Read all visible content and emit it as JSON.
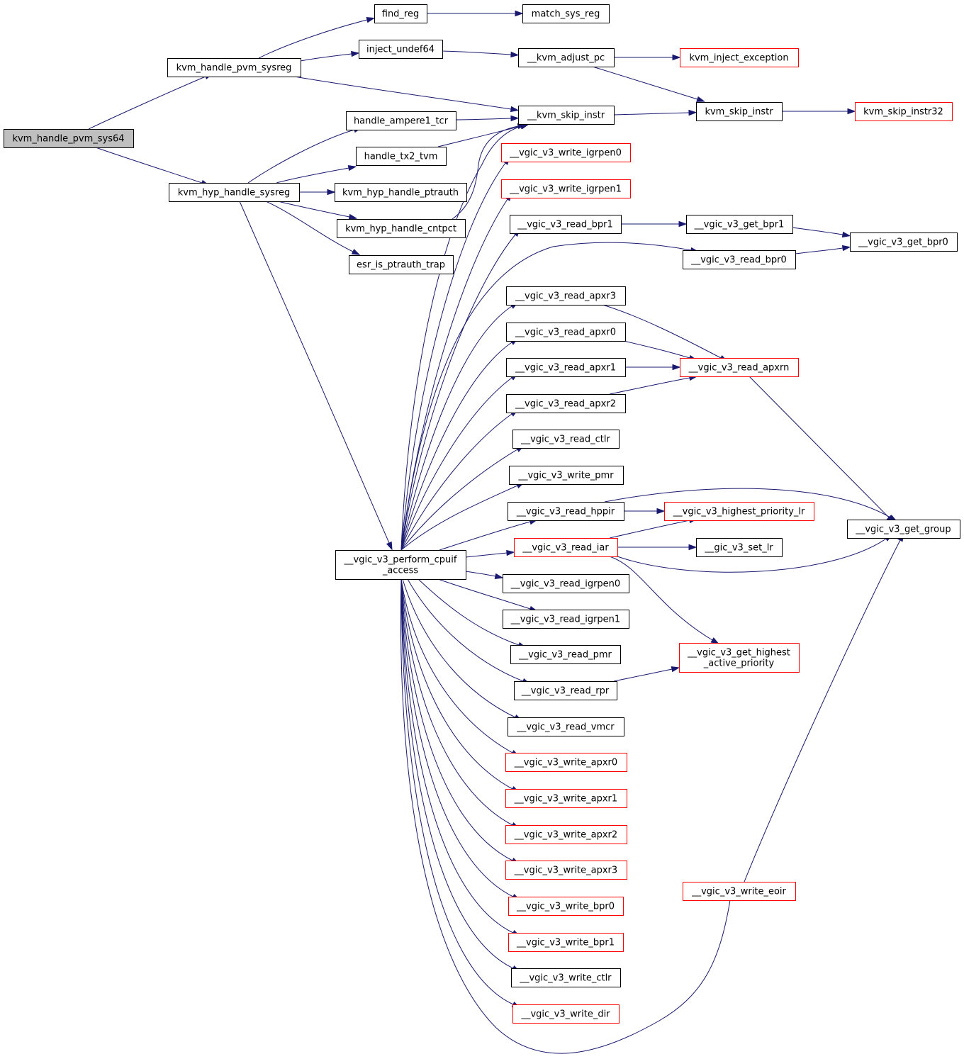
{
  "colors": {
    "edge": "#191970",
    "root_fill": "#bfbfbf",
    "node_border": "#000000",
    "external_border": "#ff0000"
  },
  "nodes": [
    {
      "id": "kvm_handle_pvm_sys64",
      "label": [
        "kvm_handle_pvm_sys64"
      ],
      "root": true
    },
    {
      "id": "kvm_handle_pvm_sysreg",
      "label": [
        "kvm_handle_pvm_sysreg"
      ]
    },
    {
      "id": "kvm_hyp_handle_sysreg",
      "label": [
        "kvm_hyp_handle_sysreg"
      ]
    },
    {
      "id": "find_reg",
      "label": [
        "find_reg"
      ]
    },
    {
      "id": "inject_undef64",
      "label": [
        "inject_undef64"
      ]
    },
    {
      "id": "handle_ampere1_tcr",
      "label": [
        "handle_ampere1_tcr"
      ]
    },
    {
      "id": "handle_tx2_tvm",
      "label": [
        "handle_tx2_tvm"
      ]
    },
    {
      "id": "kvm_hyp_handle_ptrauth",
      "label": [
        "kvm_hyp_handle_ptrauth"
      ]
    },
    {
      "id": "kvm_hyp_handle_cntpct",
      "label": [
        "kvm_hyp_handle_cntpct"
      ]
    },
    {
      "id": "esr_is_ptrauth_trap",
      "label": [
        "esr_is_ptrauth_trap"
      ]
    },
    {
      "id": "vgic_v3_perform_cpuif_access",
      "label": [
        "__vgic_v3_perform_cpuif",
        "_access"
      ]
    },
    {
      "id": "match_sys_reg",
      "label": [
        "match_sys_reg"
      ]
    },
    {
      "id": "kvm_adjust_pc",
      "label": [
        "__kvm_adjust_pc"
      ]
    },
    {
      "id": "kvm_skip_instr_inner",
      "label": [
        "__kvm_skip_instr"
      ]
    },
    {
      "id": "vgic_v3_write_igrpen0",
      "label": [
        "__vgic_v3_write_igrpen0"
      ],
      "external": true
    },
    {
      "id": "vgic_v3_write_igrpen1",
      "label": [
        "__vgic_v3_write_igrpen1"
      ],
      "external": true
    },
    {
      "id": "vgic_v3_read_bpr1",
      "label": [
        "__vgic_v3_read_bpr1"
      ]
    },
    {
      "id": "vgic_v3_read_apxr3",
      "label": [
        "__vgic_v3_read_apxr3"
      ]
    },
    {
      "id": "vgic_v3_read_apxr0",
      "label": [
        "__vgic_v3_read_apxr0"
      ]
    },
    {
      "id": "vgic_v3_read_apxr1",
      "label": [
        "__vgic_v3_read_apxr1"
      ]
    },
    {
      "id": "vgic_v3_read_apxr2",
      "label": [
        "__vgic_v3_read_apxr2"
      ]
    },
    {
      "id": "vgic_v3_read_ctlr",
      "label": [
        "__vgic_v3_read_ctlr"
      ]
    },
    {
      "id": "vgic_v3_write_pmr",
      "label": [
        "__vgic_v3_write_pmr"
      ]
    },
    {
      "id": "vgic_v3_read_hppir",
      "label": [
        "__vgic_v3_read_hppir"
      ]
    },
    {
      "id": "vgic_v3_read_iar",
      "label": [
        "__vgic_v3_read_iar"
      ],
      "external": true
    },
    {
      "id": "vgic_v3_read_igrpen0",
      "label": [
        "__vgic_v3_read_igrpen0"
      ]
    },
    {
      "id": "vgic_v3_read_igrpen1",
      "label": [
        "__vgic_v3_read_igrpen1"
      ]
    },
    {
      "id": "vgic_v3_read_pmr",
      "label": [
        "__vgic_v3_read_pmr"
      ]
    },
    {
      "id": "vgic_v3_read_rpr",
      "label": [
        "__vgic_v3_read_rpr"
      ]
    },
    {
      "id": "vgic_v3_read_vmcr",
      "label": [
        "__vgic_v3_read_vmcr"
      ]
    },
    {
      "id": "vgic_v3_write_apxr0",
      "label": [
        "__vgic_v3_write_apxr0"
      ],
      "external": true
    },
    {
      "id": "vgic_v3_write_apxr1",
      "label": [
        "__vgic_v3_write_apxr1"
      ],
      "external": true
    },
    {
      "id": "vgic_v3_write_apxr2",
      "label": [
        "__vgic_v3_write_apxr2"
      ],
      "external": true
    },
    {
      "id": "vgic_v3_write_apxr3",
      "label": [
        "__vgic_v3_write_apxr3"
      ],
      "external": true
    },
    {
      "id": "vgic_v3_write_bpr0",
      "label": [
        "__vgic_v3_write_bpr0"
      ],
      "external": true
    },
    {
      "id": "vgic_v3_write_bpr1",
      "label": [
        "__vgic_v3_write_bpr1"
      ],
      "external": true
    },
    {
      "id": "vgic_v3_write_ctlr",
      "label": [
        "__vgic_v3_write_ctlr"
      ]
    },
    {
      "id": "vgic_v3_write_dir",
      "label": [
        "__vgic_v3_write_dir"
      ],
      "external": true
    },
    {
      "id": "kvm_inject_exception",
      "label": [
        "kvm_inject_exception"
      ],
      "external": true
    },
    {
      "id": "kvm_skip_instr",
      "label": [
        "kvm_skip_instr"
      ]
    },
    {
      "id": "vgic_v3_get_bpr1",
      "label": [
        "__vgic_v3_get_bpr1"
      ]
    },
    {
      "id": "vgic_v3_read_bpr0",
      "label": [
        "__vgic_v3_read_bpr0"
      ]
    },
    {
      "id": "vgic_v3_read_apxrn",
      "label": [
        "__vgic_v3_read_apxrn"
      ],
      "external": true
    },
    {
      "id": "vgic_v3_highest_priority_lr",
      "label": [
        "__vgic_v3_highest_priority_lr"
      ],
      "external": true
    },
    {
      "id": "gic_v3_set_lr",
      "label": [
        "__gic_v3_set_lr"
      ]
    },
    {
      "id": "vgic_v3_get_highest_active_priority",
      "label": [
        "__vgic_v3_get_highest",
        "_active_priority"
      ],
      "external": true
    },
    {
      "id": "vgic_v3_write_eoir",
      "label": [
        "__vgic_v3_write_eoir"
      ],
      "external": true
    },
    {
      "id": "kvm_skip_instr32",
      "label": [
        "kvm_skip_instr32"
      ],
      "external": true
    },
    {
      "id": "vgic_v3_get_bpr0",
      "label": [
        "__vgic_v3_get_bpr0"
      ]
    },
    {
      "id": "vgic_v3_get_group",
      "label": [
        "__vgic_v3_get_group"
      ]
    }
  ],
  "edges": [
    [
      "kvm_handle_pvm_sys64",
      "kvm_handle_pvm_sysreg"
    ],
    [
      "kvm_handle_pvm_sys64",
      "kvm_hyp_handle_sysreg"
    ],
    [
      "kvm_handle_pvm_sysreg",
      "find_reg"
    ],
    [
      "kvm_handle_pvm_sysreg",
      "inject_undef64"
    ],
    [
      "kvm_handle_pvm_sysreg",
      "kvm_skip_instr_inner"
    ],
    [
      "find_reg",
      "match_sys_reg"
    ],
    [
      "inject_undef64",
      "kvm_adjust_pc"
    ],
    [
      "kvm_adjust_pc",
      "kvm_inject_exception"
    ],
    [
      "kvm_adjust_pc",
      "kvm_skip_instr"
    ],
    [
      "kvm_skip_instr_inner",
      "kvm_skip_instr"
    ],
    [
      "kvm_skip_instr",
      "kvm_skip_instr32"
    ],
    [
      "kvm_hyp_handle_sysreg",
      "handle_ampere1_tcr"
    ],
    [
      "kvm_hyp_handle_sysreg",
      "handle_tx2_tvm"
    ],
    [
      "kvm_hyp_handle_sysreg",
      "kvm_hyp_handle_ptrauth"
    ],
    [
      "kvm_hyp_handle_sysreg",
      "kvm_hyp_handle_cntpct"
    ],
    [
      "kvm_hyp_handle_sysreg",
      "esr_is_ptrauth_trap"
    ],
    [
      "kvm_hyp_handle_sysreg",
      "vgic_v3_perform_cpuif_access"
    ],
    [
      "handle_ampere1_tcr",
      "kvm_skip_instr_inner"
    ],
    [
      "handle_tx2_tvm",
      "kvm_skip_instr_inner"
    ],
    [
      "kvm_hyp_handle_cntpct",
      "kvm_skip_instr_inner"
    ],
    [
      "vgic_v3_perform_cpuif_access",
      "kvm_skip_instr_inner"
    ],
    [
      "vgic_v3_perform_cpuif_access",
      "vgic_v3_write_igrpen0"
    ],
    [
      "vgic_v3_perform_cpuif_access",
      "vgic_v3_write_igrpen1"
    ],
    [
      "vgic_v3_perform_cpuif_access",
      "vgic_v3_read_bpr1"
    ],
    [
      "vgic_v3_perform_cpuif_access",
      "vgic_v3_read_bpr0"
    ],
    [
      "vgic_v3_perform_cpuif_access",
      "vgic_v3_read_apxr3"
    ],
    [
      "vgic_v3_perform_cpuif_access",
      "vgic_v3_read_apxr0"
    ],
    [
      "vgic_v3_perform_cpuif_access",
      "vgic_v3_read_apxr1"
    ],
    [
      "vgic_v3_perform_cpuif_access",
      "vgic_v3_read_apxr2"
    ],
    [
      "vgic_v3_perform_cpuif_access",
      "vgic_v3_read_ctlr"
    ],
    [
      "vgic_v3_perform_cpuif_access",
      "vgic_v3_write_pmr"
    ],
    [
      "vgic_v3_perform_cpuif_access",
      "vgic_v3_read_hppir"
    ],
    [
      "vgic_v3_perform_cpuif_access",
      "vgic_v3_read_iar"
    ],
    [
      "vgic_v3_perform_cpuif_access",
      "vgic_v3_read_igrpen0"
    ],
    [
      "vgic_v3_perform_cpuif_access",
      "vgic_v3_read_igrpen1"
    ],
    [
      "vgic_v3_perform_cpuif_access",
      "vgic_v3_read_pmr"
    ],
    [
      "vgic_v3_perform_cpuif_access",
      "vgic_v3_read_rpr"
    ],
    [
      "vgic_v3_perform_cpuif_access",
      "vgic_v3_read_vmcr"
    ],
    [
      "vgic_v3_perform_cpuif_access",
      "vgic_v3_write_apxr0"
    ],
    [
      "vgic_v3_perform_cpuif_access",
      "vgic_v3_write_apxr1"
    ],
    [
      "vgic_v3_perform_cpuif_access",
      "vgic_v3_write_apxr2"
    ],
    [
      "vgic_v3_perform_cpuif_access",
      "vgic_v3_write_apxr3"
    ],
    [
      "vgic_v3_perform_cpuif_access",
      "vgic_v3_write_bpr0"
    ],
    [
      "vgic_v3_perform_cpuif_access",
      "vgic_v3_write_bpr1"
    ],
    [
      "vgic_v3_perform_cpuif_access",
      "vgic_v3_write_ctlr"
    ],
    [
      "vgic_v3_perform_cpuif_access",
      "vgic_v3_write_dir"
    ],
    [
      "vgic_v3_perform_cpuif_access",
      "vgic_v3_write_eoir"
    ],
    [
      "vgic_v3_read_bpr1",
      "vgic_v3_get_bpr1"
    ],
    [
      "vgic_v3_get_bpr1",
      "vgic_v3_get_bpr0"
    ],
    [
      "vgic_v3_read_bpr0",
      "vgic_v3_get_bpr0"
    ],
    [
      "vgic_v3_read_apxr3",
      "vgic_v3_read_apxrn"
    ],
    [
      "vgic_v3_read_apxr0",
      "vgic_v3_read_apxrn"
    ],
    [
      "vgic_v3_read_apxr1",
      "vgic_v3_read_apxrn"
    ],
    [
      "vgic_v3_read_apxr2",
      "vgic_v3_read_apxrn"
    ],
    [
      "vgic_v3_read_apxrn",
      "vgic_v3_get_group"
    ],
    [
      "vgic_v3_read_hppir",
      "vgic_v3_highest_priority_lr"
    ],
    [
      "vgic_v3_read_hppir",
      "vgic_v3_get_group"
    ],
    [
      "vgic_v3_read_iar",
      "vgic_v3_highest_priority_lr"
    ],
    [
      "vgic_v3_read_iar",
      "gic_v3_set_lr"
    ],
    [
      "vgic_v3_read_iar",
      "vgic_v3_get_group"
    ],
    [
      "vgic_v3_read_iar",
      "vgic_v3_get_highest_active_priority"
    ],
    [
      "vgic_v3_read_rpr",
      "vgic_v3_get_highest_active_priority"
    ],
    [
      "vgic_v3_write_eoir",
      "vgic_v3_get_group"
    ]
  ]
}
